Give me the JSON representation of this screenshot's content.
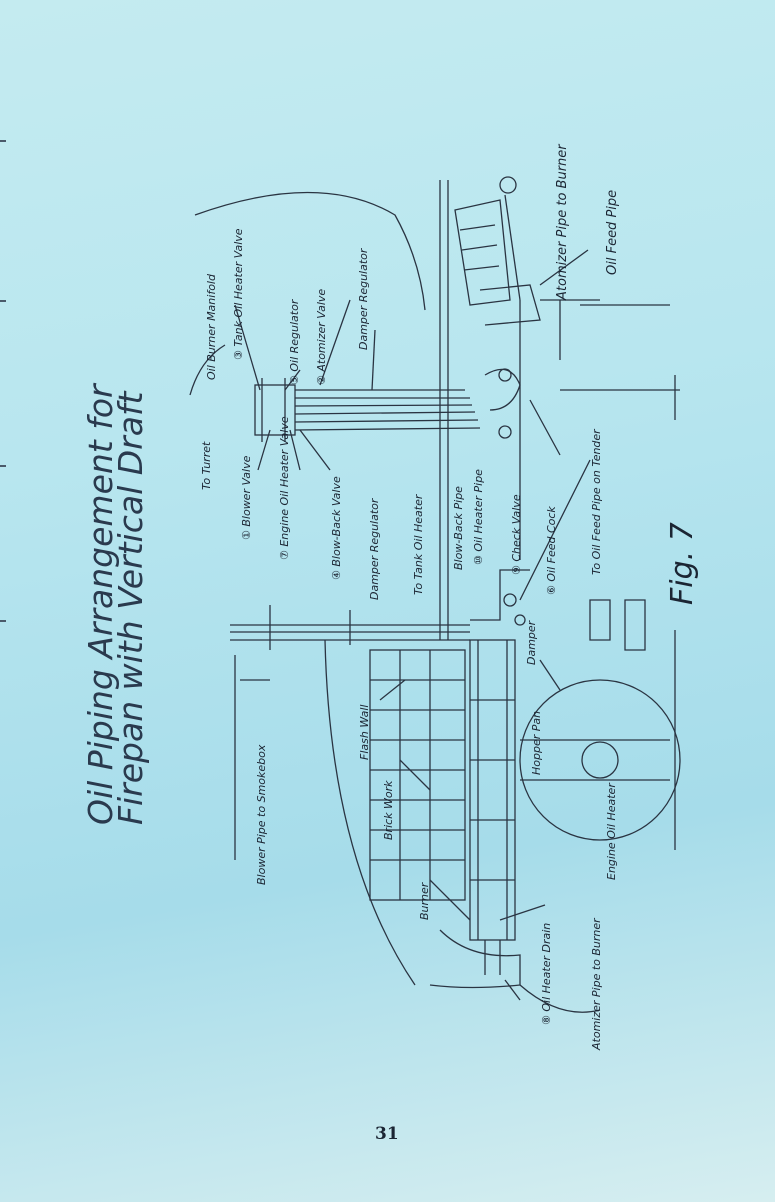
{
  "title": {
    "line1": "Oil Piping Arrangement for",
    "line2": "Firepan with Vertical Draft"
  },
  "figure_label": "Fig. 7",
  "page_number": "31",
  "labels": {
    "oil_burner_manifold": "Oil Burner Manifold",
    "tank_oil_heater_valve": "③ Tank Oil Heater Valve",
    "oil_regulator": "⑤ Oil Regulator",
    "atomizer_valve": "② Atomizer Valve",
    "damper_regulator_top": "Damper Regulator",
    "atomizer_pipe_to_burner_top": "Atomizer Pipe to Burner",
    "oil_feed_pipe": "Oil Feed Pipe",
    "to_turret": "To Turret",
    "blower_valve": "① Blower Valve",
    "engine_oil_heater_valve": "⑦ Engine Oil Heater Valve",
    "blow_back_valve": "④ Blow-Back Valve",
    "damper_regulator": "Damper Regulator",
    "to_tank_oil_heater": "To Tank Oil Heater",
    "blow_back_pipe": "Blow-Back Pipe",
    "oil_heater_pipe": "⑩ Oil Heater Pipe",
    "check_valve": "⑨ Check Valve",
    "oil_feed_cock": "⑥ Oil Feed Cock",
    "to_oil_feed_pipe_on_tender": "To Oil Feed Pipe on Tender",
    "blower_pipe_to_smokebox": "Blower Pipe to Smokebox",
    "flash_wall": "Flash Wall",
    "brick_work": "Brick Work",
    "burner": "Burner",
    "damper": "Damper",
    "hopper_pan": "Hopper Pan",
    "engine_oil_heater": "Engine Oil Heater",
    "oil_heater_drain": "⑧ Oil Heater Drain",
    "atomizer_pipe_to_burner_bottom": "Atomizer Pipe to Burner"
  }
}
